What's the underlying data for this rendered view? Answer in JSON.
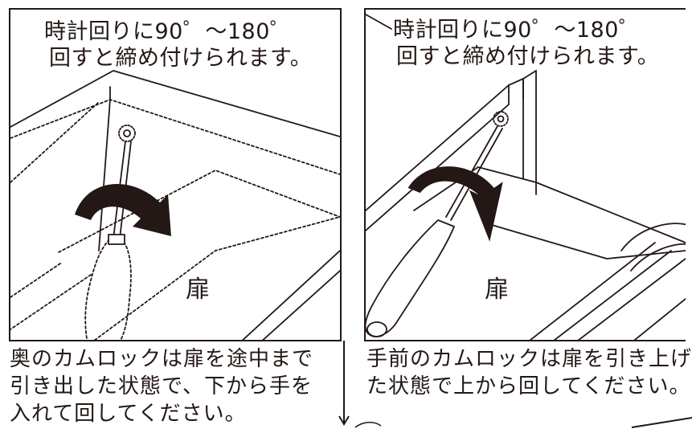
{
  "left_panel": {
    "caption_line1": "時計回りに90゜～180゜",
    "caption_line2": "回すと締め付けられます。",
    "door_label": "扉",
    "instruction_line1": "奥のカムロックは扉を途中まで",
    "instruction_line2": "引き出した状態で、下から手を",
    "instruction_line3": "入れて回してください。"
  },
  "right_panel": {
    "caption_line1": "時計回りに90゜～180゜",
    "caption_line2": "回すと締め付けられます。",
    "door_label": "扉",
    "instruction_line1": "手前のカムロックは扉を引き上げ",
    "instruction_line2": "た状態で上から回してください。"
  },
  "colors": {
    "ink": "#231815",
    "background": "#ffffff"
  }
}
